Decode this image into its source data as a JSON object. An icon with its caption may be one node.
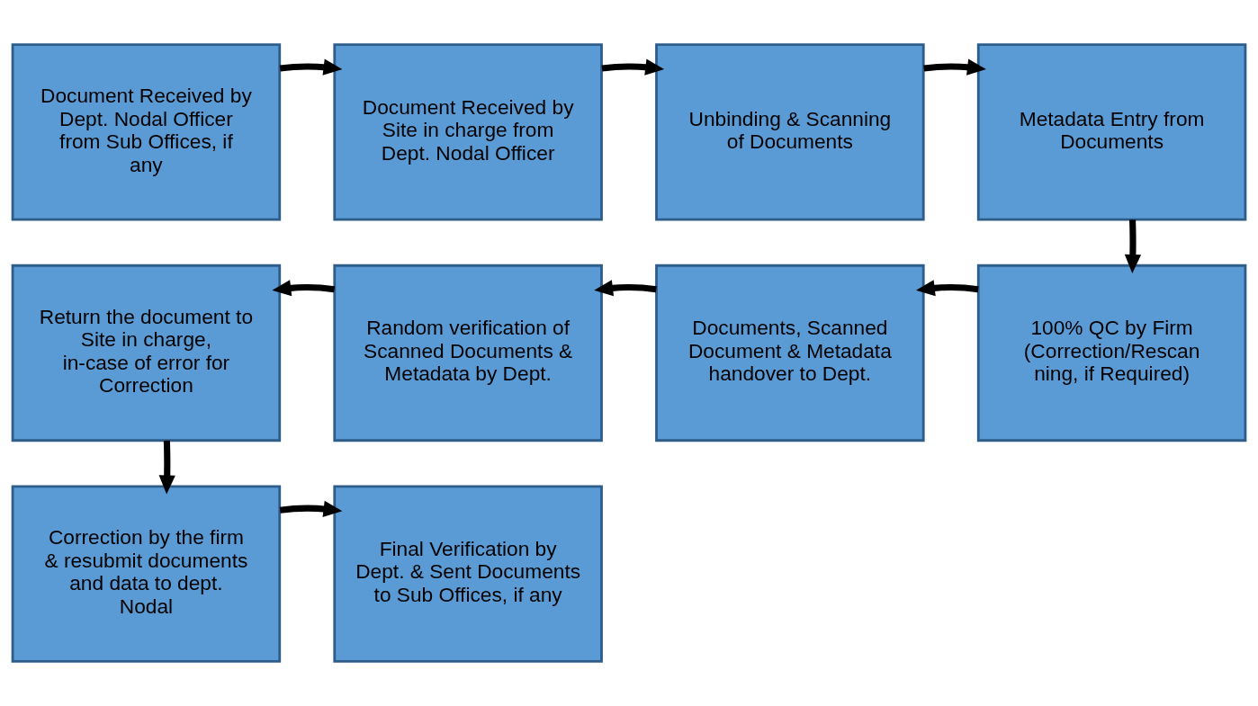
{
  "diagram": {
    "nodes": [
      {
        "text": [
          "Document Received by Dept. Nodal Officer from Sub Offices, if any"
        ]
      },
      {
        "text": [
          "Document Received by Site in charge from Dept. Nodal Officer"
        ]
      },
      {
        "text": [
          "Unbinding & Scanning of Documents"
        ]
      },
      {
        "text": [
          "Metadata Entry from Documents"
        ]
      },
      {
        "text": [
          "100% QC by Firm",
          "(Correction/Rescan ning, if Required)"
        ]
      },
      {
        "text": [
          "Documents, Scanned Document & Metadata handover to Dept."
        ]
      },
      {
        "text": [
          "Random verification of Scanned Documents & Metadata by Dept."
        ]
      },
      {
        "text": [
          "Return the document to Site in charge, in-case of error for Correction"
        ]
      },
      {
        "text": [
          "Correction by the firm & resubmit documents and data to dept. Nodal"
        ]
      },
      {
        "text": [
          "Final Verification by Dept. & Sent Documents to Sub Offices, if any"
        ]
      }
    ],
    "edges": [
      {
        "from": 0,
        "to": 1,
        "arrow": "to"
      },
      {
        "from": 1,
        "to": 2,
        "arrow": "to"
      },
      {
        "from": 2,
        "to": 3,
        "arrow": "to"
      },
      {
        "from": 3,
        "to": 4,
        "arrow": "to"
      },
      {
        "from": 4,
        "to": 5,
        "arrow": "to"
      },
      {
        "from": 5,
        "to": 6,
        "arrow": "to"
      },
      {
        "from": 6,
        "to": 7,
        "arrow": "to"
      },
      {
        "from": 7,
        "to": 8,
        "arrow": "to"
      },
      {
        "from": 8,
        "to": 9,
        "arrow": "to"
      }
    ]
  }
}
